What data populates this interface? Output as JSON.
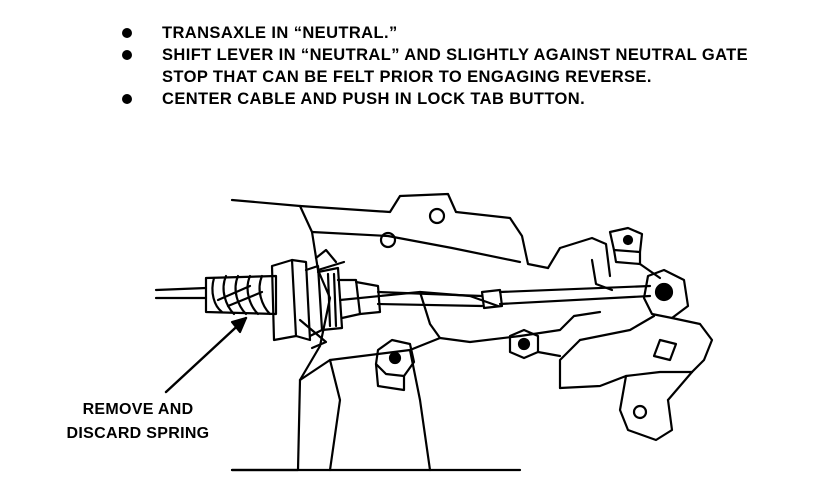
{
  "instructions": [
    "TRANSAXLE IN “NEUTRAL.”",
    "SHIFT LEVER IN “NEUTRAL” AND SLIGHTLY AGAINST NEUTRAL GATE STOP THAT CAN BE FELT PRIOR TO ENGAGING REVERSE.",
    "CENTER CABLE AND PUSH IN LOCK TAB BUTTON."
  ],
  "callout": {
    "line1": "REMOVE AND",
    "line2": "DISCARD SPRING"
  },
  "colors": {
    "ink": "#000000",
    "paper": "#ffffff"
  }
}
